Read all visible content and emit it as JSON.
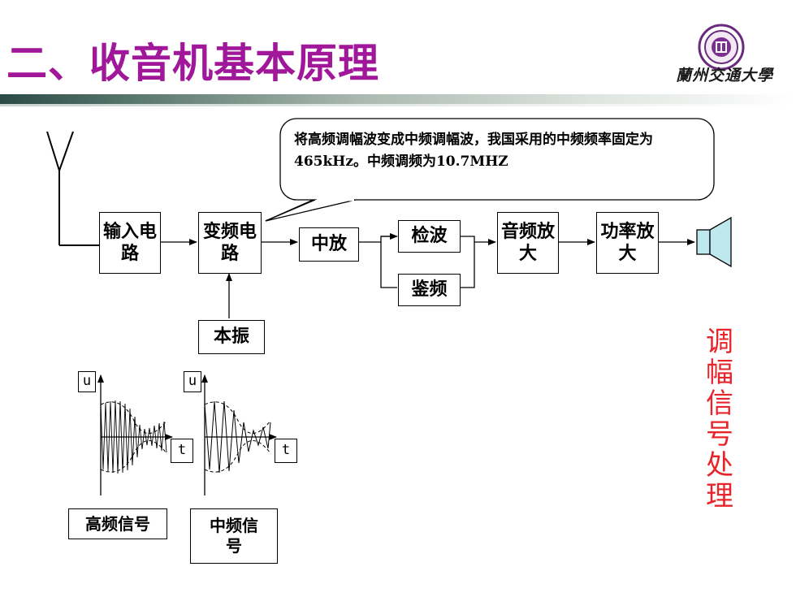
{
  "slide": {
    "title": "二、收音机基本原理",
    "university": "蘭州交通大學",
    "side_label": "调幅信号处理"
  },
  "callout": {
    "text": "将高频调幅波变成中频调幅波，我国采用的中频频率固定为465kHz。中频调频为10.7MHZ"
  },
  "blocks": {
    "input_circuit": "输入电路",
    "mixer": "变频电路",
    "if_amp": "中放",
    "detector": "检波",
    "discriminator": "鉴频",
    "audio_amp": "音频放大",
    "power_amp": "功率放大",
    "local_osc": "本振"
  },
  "waveforms": {
    "axis_u": "u",
    "axis_t": "t",
    "rf_label": "高频信号",
    "if_label": "中频信号"
  },
  "colors": {
    "title": "#a0179a",
    "side_label": "#e8242b"
  },
  "icons": {
    "antenna": "antenna-icon",
    "speaker": "speaker-icon",
    "logo": "university-logo-icon"
  }
}
